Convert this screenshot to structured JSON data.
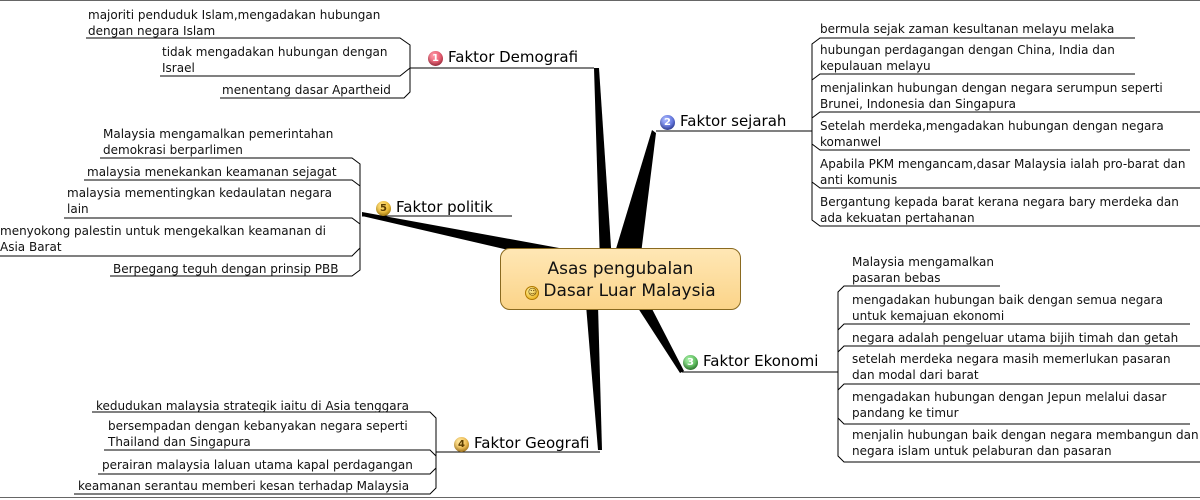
{
  "center": {
    "title_line1": "Asas pengubalan",
    "title_line2": "Dasar Luar Malaysia",
    "icon": "smiley-icon"
  },
  "branches": [
    {
      "id": "demografi",
      "number": "1",
      "badge_color": "#d62a44",
      "label": "Faktor Demografi",
      "items": [
        {
          "line1": "majoriti penduduk Islam,mengadakan hubungan",
          "line2": "dengan negara Islam"
        },
        {
          "line1": "tidak mengadakan hubungan dengan",
          "line2": "Israel"
        },
        {
          "line1": "menentang dasar Apartheid"
        }
      ]
    },
    {
      "id": "sejarah",
      "number": "2",
      "badge_color": "#2f45c9",
      "label": "Faktor sejarah",
      "items": [
        {
          "line1": "bermula sejak zaman kesultanan melayu melaka"
        },
        {
          "line1": "hubungan perdagangan dengan China, India dan",
          "line2": "kepulauan melayu"
        },
        {
          "line1": "menjalinkan hubungan dengan negara serumpun seperti",
          "line2": "Brunei, Indonesia dan Singapura"
        },
        {
          "line1": "Setelah merdeka,mengadakan hubungan dengan negara",
          "line2": "komanwel"
        },
        {
          "line1": "Apabila PKM mengancam,dasar Malaysia ialah pro-barat dan",
          "line2": "anti komunis"
        },
        {
          "line1": "Bergantung kepada barat kerana negara bary merdeka dan",
          "line2": "ada kekuatan pertahanan"
        }
      ]
    },
    {
      "id": "ekonomi",
      "number": "3",
      "badge_color": "#2a9a2a",
      "label": "Faktor Ekonomi",
      "items": [
        {
          "line1": "Malaysia mengamalkan",
          "line2": "pasaran bebas"
        },
        {
          "line1": "mengadakan hubungan baik dengan semua negara",
          "line2": "untuk kemajuan ekonomi"
        },
        {
          "line1": "negara adalah pengeluar utama bijih timah dan getah"
        },
        {
          "line1": "setelah merdeka negara masih memerlukan pasaran",
          "line2": "dan modal dari barat"
        },
        {
          "line1": "mengadakan hubungan dengan Jepun melalui dasar",
          "line2": "pandang ke timur"
        },
        {
          "line1": "menjalin hubungan baik dengan negara membangun dan",
          "line2": "negara islam untuk pelaburan dan pasaran"
        }
      ]
    },
    {
      "id": "geografi",
      "number": "4",
      "badge_color": "#e69b12",
      "label": "Faktor Geografi",
      "items": [
        {
          "line1": "kedudukan malaysia strategik iaitu di Asia tenggara"
        },
        {
          "line1": "bersempadan dengan kebanyakan negara seperti",
          "line2": "Thailand dan Singapura"
        },
        {
          "line1": "perairan malaysia laluan utama kapal perdagangan"
        },
        {
          "line1": "keamanan serantau memberi kesan terhadap Malaysia"
        }
      ]
    },
    {
      "id": "politik",
      "number": "5",
      "badge_color": "#e6a600",
      "label": "Faktor politik",
      "items": [
        {
          "line1": "Malaysia mengamalkan pemerintahan",
          "line2": "demokrasi berparlimen"
        },
        {
          "line1": "malaysia menekankan keamanan sejagat"
        },
        {
          "line1": "malaysia mementingkan kedaulatan negara",
          "line2": "lain"
        },
        {
          "line1": "menyokong palestin untuk mengekalkan keamanan di",
          "line2": "Asia Barat"
        },
        {
          "line1": "Berpegang teguh dengan prinsip PBB"
        }
      ]
    }
  ]
}
